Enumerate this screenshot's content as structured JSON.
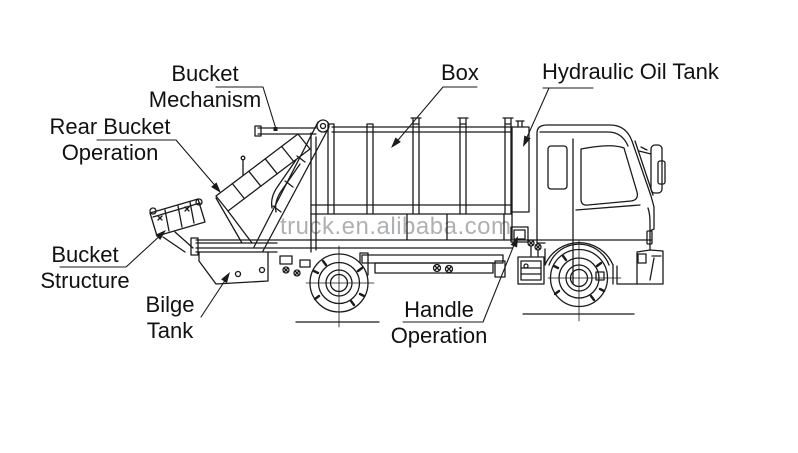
{
  "diagram": {
    "type": "technical-line-drawing",
    "labels": {
      "bucket_mechanism": {
        "line1": "Bucket",
        "line2": "Mechanism"
      },
      "box": {
        "line1": "Box"
      },
      "hydraulic_oil_tank": {
        "line1": "Hydraulic Oil Tank"
      },
      "rear_bucket_operation": {
        "line1": "Rear Bucket",
        "line2": "Operation"
      },
      "bucket_structure": {
        "line1": "Bucket",
        "line2": "Structure"
      },
      "bilge_tank": {
        "line1": "Bilge",
        "line2": "Tank"
      },
      "handle_operation": {
        "line1": "Handle",
        "line2": "Operation"
      }
    }
  },
  "watermark": {
    "text": "truck.en.alibaba.com"
  },
  "colors": {
    "background": "#ffffff",
    "line": "#1a1a1a",
    "label_text": "#111111",
    "watermark": "#9b9ea1"
  }
}
